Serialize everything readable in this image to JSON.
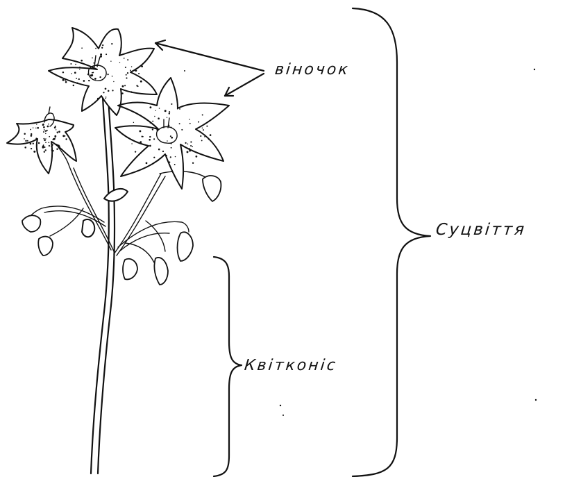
{
  "labels": {
    "corolla": "віночок",
    "inflorescence": "Суцвіття",
    "peduncle": "Квітконіс"
  },
  "colors": {
    "ink": "#111111",
    "background": "#ffffff"
  }
}
